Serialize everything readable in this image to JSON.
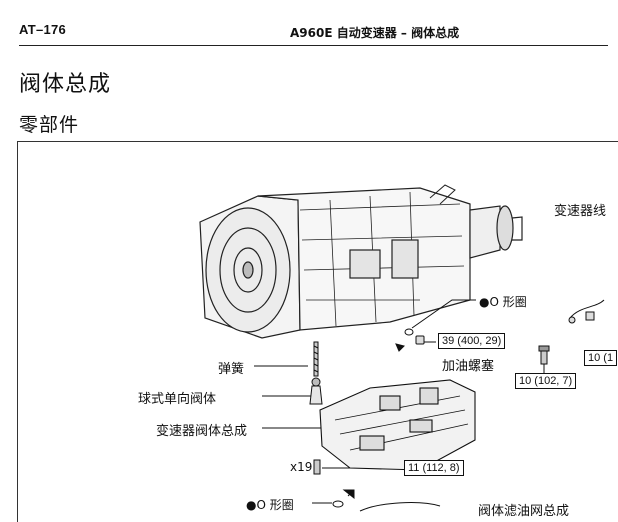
{
  "header": {
    "page_number": "AT–176",
    "running_title": "A960E 自动变速器 – 阀体总成"
  },
  "section_title": "阀体总成",
  "subsection_title": "零部件",
  "figure": {
    "label_transmission_wire": "变速器线",
    "label_o_ring_1": "●O 形圈",
    "torque_refill_plug": "39 (400, 29)",
    "label_refill_plug": "加油螺塞",
    "label_spring": "弹簧",
    "label_check_ball": "球式单向阀体",
    "label_valve_body": "变速器阀体总成",
    "torque_bolt_left": "10 (102, 7)",
    "torque_bolt_right": "10 (1",
    "bolt_count": "x19",
    "torque_valve_bolts": "11 (112, 8)",
    "label_o_ring_2": "●O 形圈",
    "label_strainer": "阀体滤油网总成"
  }
}
